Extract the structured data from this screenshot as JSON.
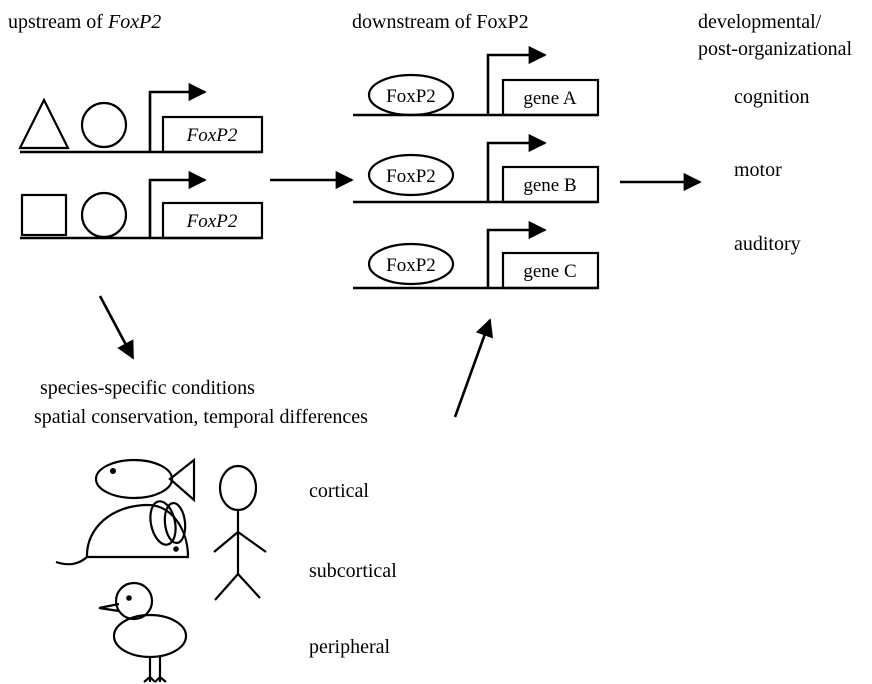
{
  "headers": {
    "upstream_prefix": "upstream of ",
    "upstream_gene": "FoxP2",
    "downstream": "downstream of FoxP2",
    "developmental_line1": "developmental/",
    "developmental_line2": "post-organizational"
  },
  "upstream_constructs": [
    {
      "shapes": [
        "triangle",
        "circle"
      ],
      "gene": "FoxP2"
    },
    {
      "shapes": [
        "square",
        "circle"
      ],
      "gene": "FoxP2"
    }
  ],
  "downstream_targets": [
    {
      "factor": "FoxP2",
      "gene": "gene A"
    },
    {
      "factor": "FoxP2",
      "gene": "gene B"
    },
    {
      "factor": "FoxP2",
      "gene": "gene C"
    }
  ],
  "outcomes": [
    "cognition",
    "motor",
    "auditory"
  ],
  "conditions": {
    "line1": "species-specific conditions",
    "line2": "spatial conservation, temporal differences"
  },
  "regions": [
    "cortical",
    "subcortical",
    "peripheral"
  ],
  "organisms": [
    "fish-icon",
    "mouse-icon",
    "human-icon",
    "bird-icon"
  ]
}
